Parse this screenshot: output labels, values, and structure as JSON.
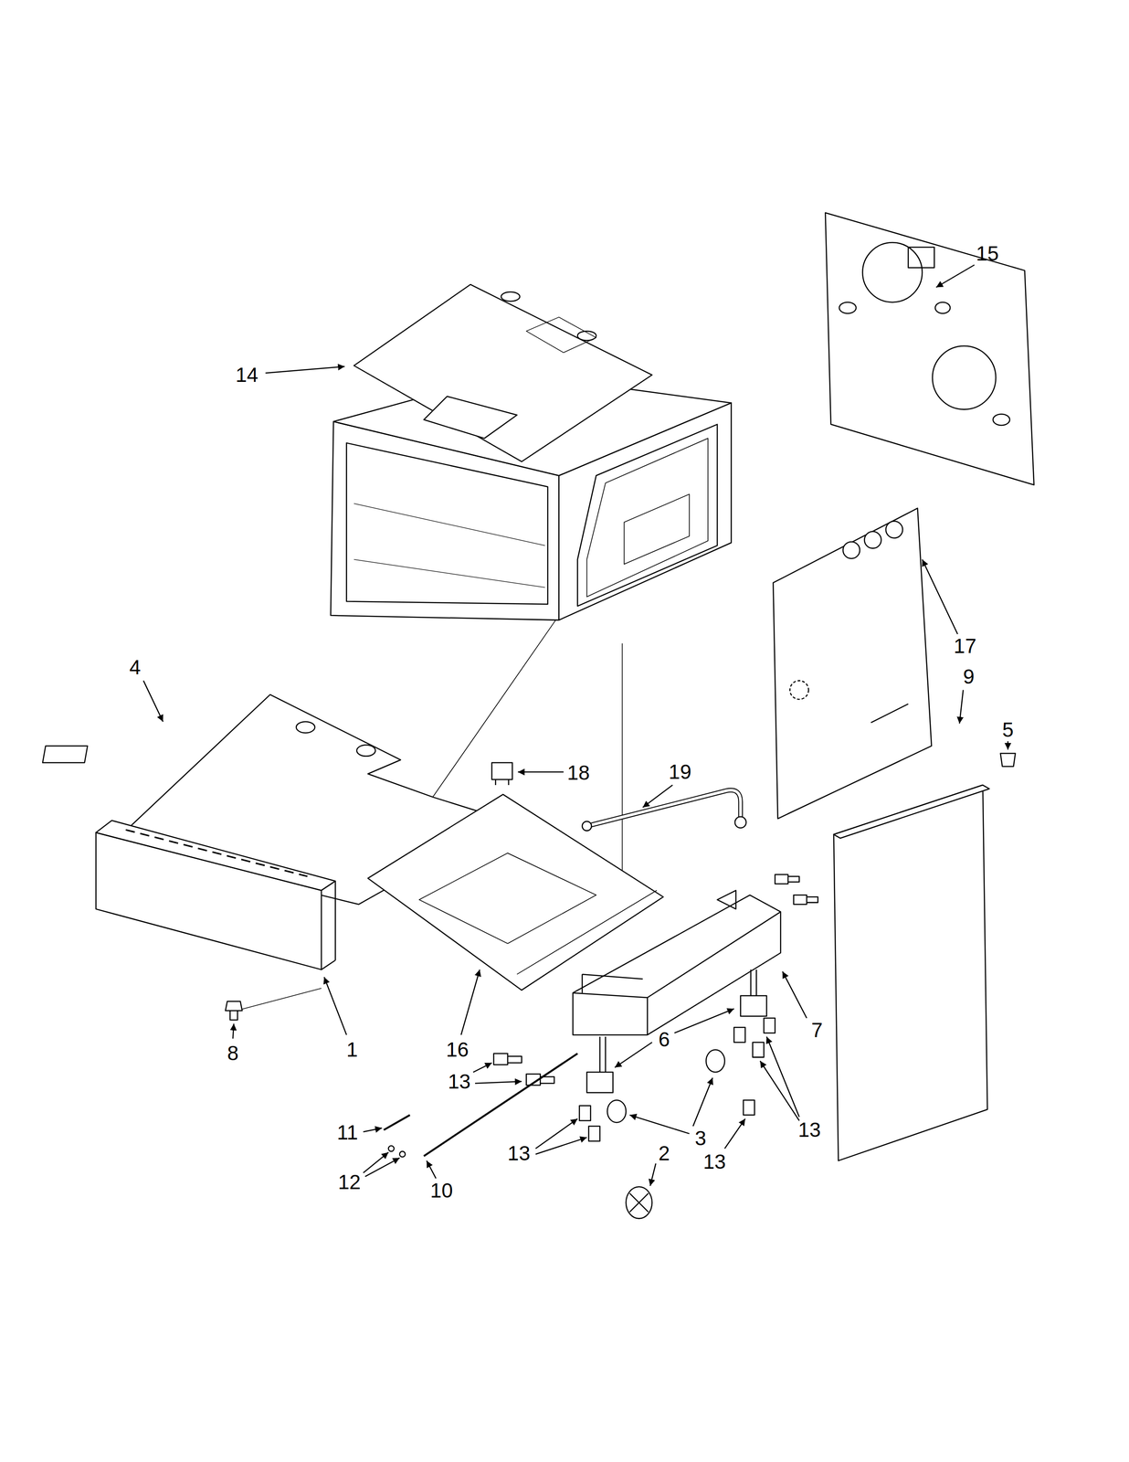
{
  "diagram": {
    "labels": [
      "14",
      "15",
      "4",
      "17",
      "9",
      "5",
      "18",
      "19",
      "16",
      "8",
      "1",
      "6",
      "7",
      "13",
      "11",
      "13",
      "2",
      "3",
      "13",
      "13",
      "12",
      "10"
    ]
  }
}
